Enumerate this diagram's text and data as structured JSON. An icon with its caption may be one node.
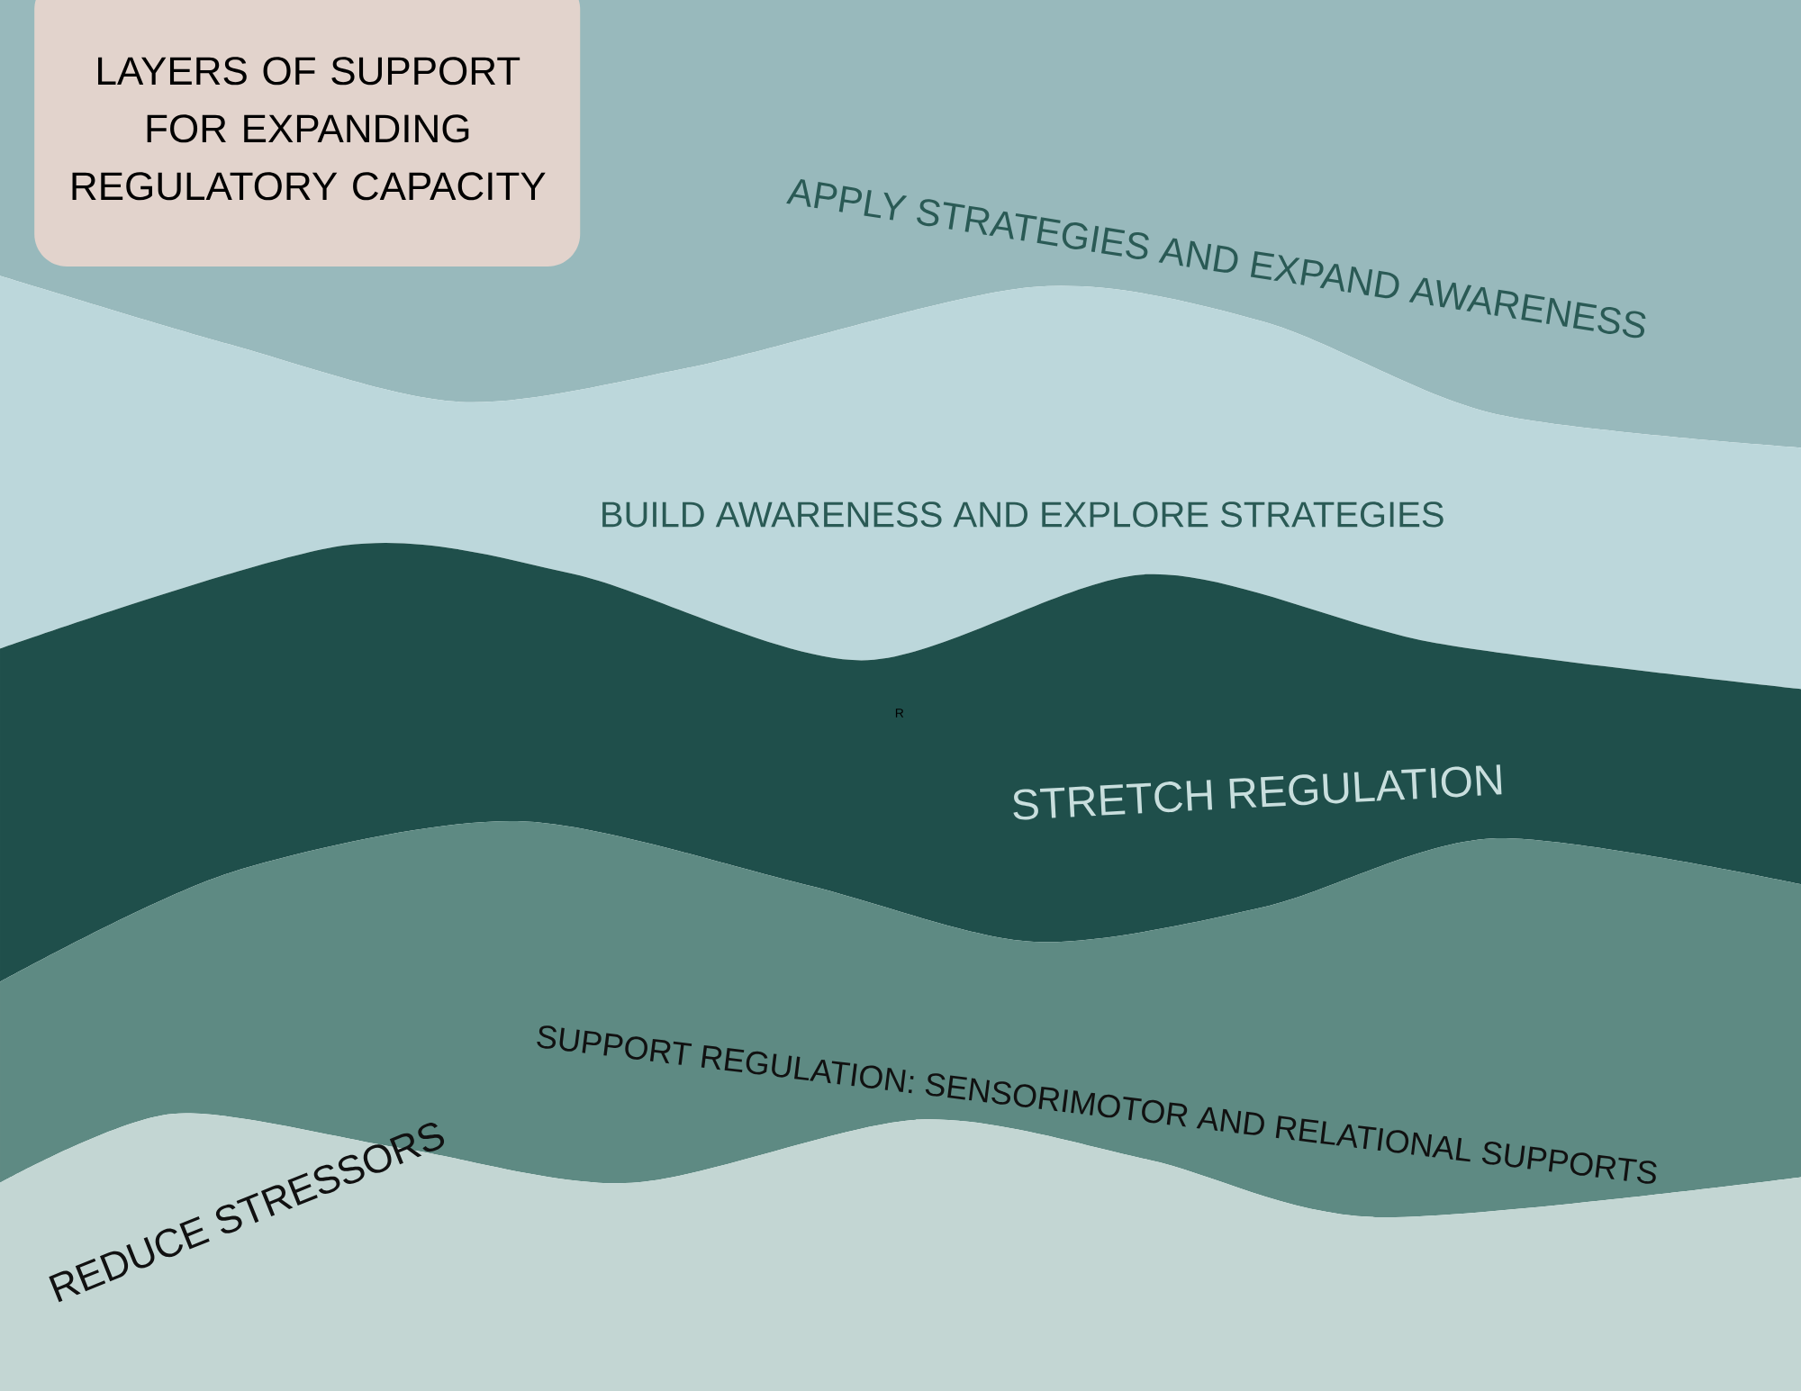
{
  "diagram": {
    "title": "LAYERS OF SUPPORT FOR EXPANDING REGULATORY CAPACITY",
    "nodes": [
      {
        "text": [
          "APPLY STRATEGIES AND EXPAND AWARENESS"
        ]
      },
      {
        "text": [
          "BUILD AWARENESS AND EXPLORE STRATEGIES"
        ]
      },
      {
        "text": [
          "STRETCH REGULATION"
        ]
      },
      {
        "text": [
          "SUPPORT REGULATION: SENSORIMOTOR AND RELATIONAL SUPPORTS"
        ]
      },
      {
        "text": [
          "REDUCE STRESSORS"
        ]
      }
    ],
    "labels": [
      "R"
    ]
  }
}
